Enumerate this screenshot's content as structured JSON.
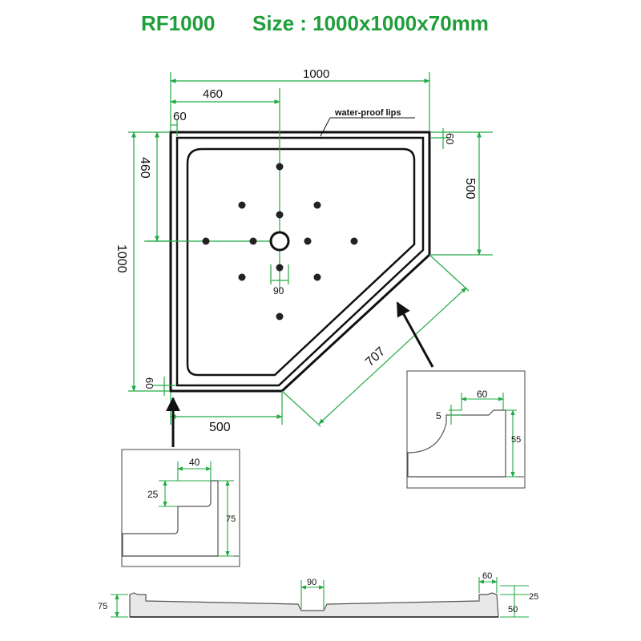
{
  "title": {
    "model": "RF1000",
    "size": "Size : 1000x1000x70mm",
    "color": "#1f9e3a"
  },
  "colors": {
    "dimension": "#22aa44",
    "outline": "#111111",
    "inset_border": "#555555"
  },
  "plan": {
    "width": "1000",
    "half_width": "460",
    "rim_top": "60",
    "rim_top_right": "60",
    "right_side": "500",
    "height": "1000",
    "half_height": "460",
    "rim_bottom": "60",
    "bottom_side": "500",
    "diagonal": "707",
    "drain_diameter": "90",
    "lip_note": "water-proof lips"
  },
  "detail_right": {
    "rim_width": "60",
    "lip_depth": "5",
    "height": "55"
  },
  "detail_left": {
    "rim_width": "40",
    "step": "25",
    "height": "75"
  },
  "section": {
    "height": "75",
    "drain": "90",
    "rim": "60",
    "lip": "25",
    "base": "50"
  }
}
